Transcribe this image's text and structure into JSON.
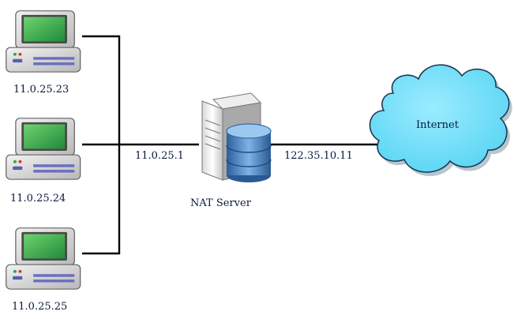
{
  "clients": [
    {
      "ip": "11.0.25.23",
      "icon": "desktop-computer-icon"
    },
    {
      "ip": "11.0.25.24",
      "icon": "desktop-computer-icon"
    },
    {
      "ip": "11.0.25.25",
      "icon": "desktop-computer-icon"
    }
  ],
  "server": {
    "label": "NAT Server",
    "internal_ip": "11.0.25.1",
    "external_ip": "122.35.10.11",
    "icon": "server-database-icon"
  },
  "internet": {
    "label": "Internet",
    "icon": "cloud-icon"
  },
  "colors": {
    "screen": "#3cb04a",
    "cloud": "#66ddf8",
    "line": "#000000",
    "text": "#0a1a3c"
  }
}
